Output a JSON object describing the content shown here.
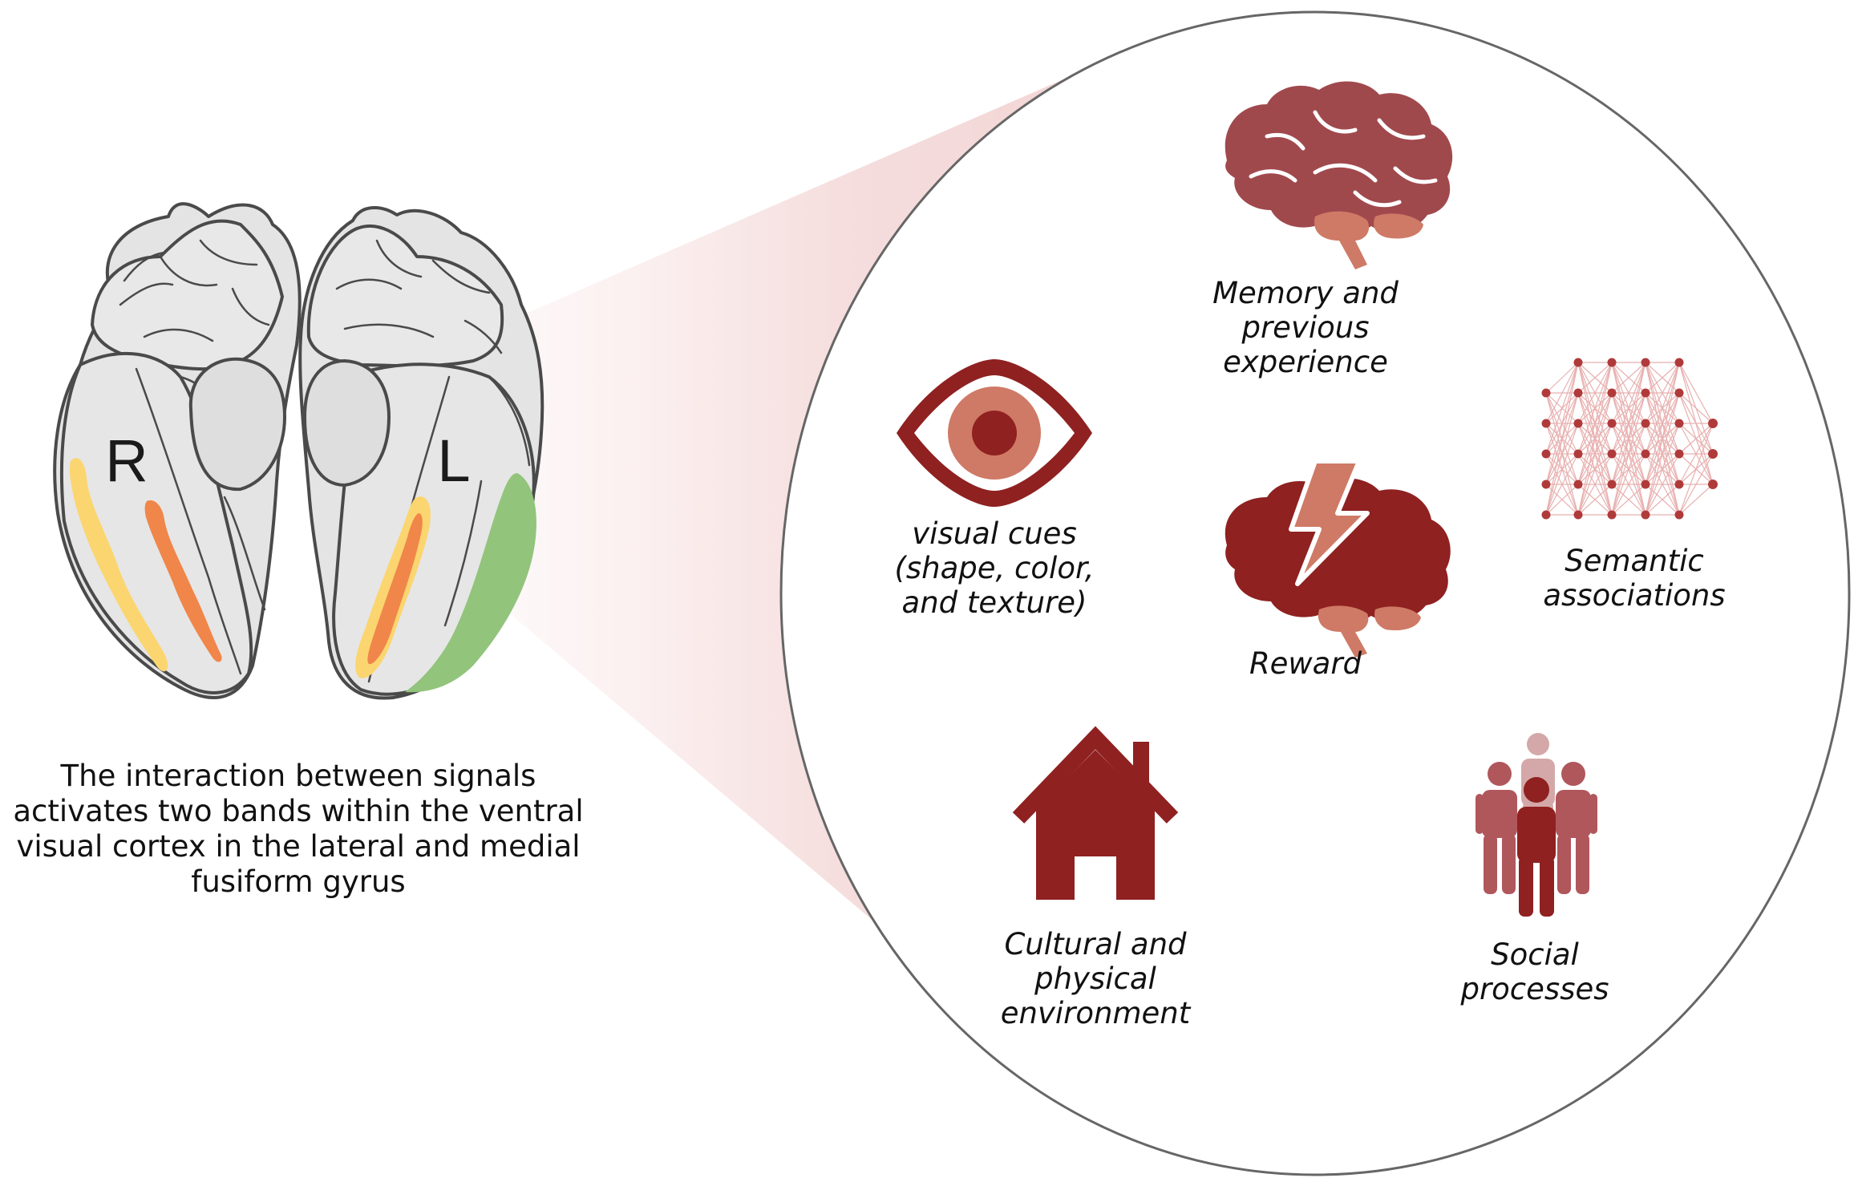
{
  "brain": {
    "right_label": "R",
    "left_label": "L"
  },
  "caption": [
    "The interaction between signals",
    "activates two bands within the ventral",
    "visual cortex in the lateral and medial",
    "fusiform gyrus"
  ],
  "factors": {
    "memory": {
      "lines": [
        "Memory and",
        "previous",
        "experience"
      ],
      "icon": "brain-icon"
    },
    "visual": {
      "lines": [
        "visual cues",
        "(shape, color,",
        "and texture)"
      ],
      "icon": "eye-icon"
    },
    "reward": {
      "lines": [
        "Reward"
      ],
      "icon": "brain-lightning-icon"
    },
    "semantic": {
      "lines": [
        "Semantic",
        "associations"
      ],
      "icon": "network-icon"
    },
    "cultural": {
      "lines": [
        "Cultural and",
        "physical",
        "environment"
      ],
      "icon": "house-icon"
    },
    "social": {
      "lines": [
        "Social",
        "processes"
      ],
      "icon": "people-icon"
    }
  },
  "colors": {
    "dark_red": "#8f2121",
    "brown_red": "#a0494d",
    "salmon": "#cf7a66",
    "cortex_gray": "#e4e4e4",
    "band_yellow": "#fbd56f",
    "band_orange": "#f0864a",
    "band_green": "#92c47c",
    "cone_pink": "#f5dede"
  }
}
